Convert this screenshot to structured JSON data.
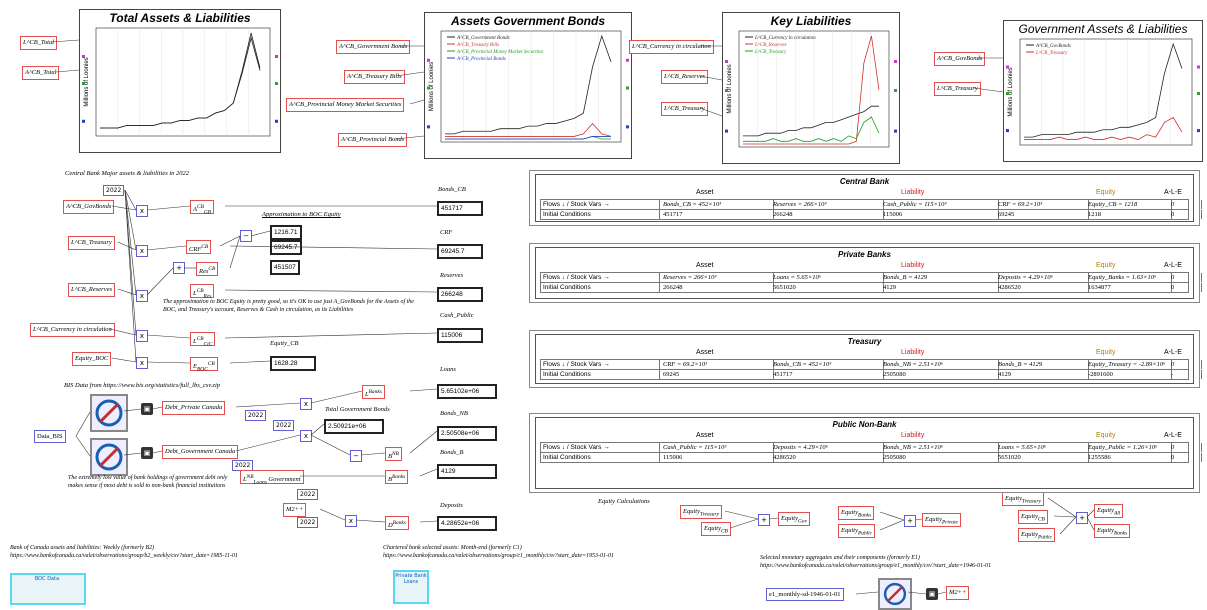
{
  "charts": [
    {
      "title": "Total Assets & Liabilities",
      "ylabel": "Millions of Loonies",
      "legend": []
    },
    {
      "title": "Assets Government Bonds",
      "ylabel": "Millions of Loonies",
      "legend": [
        "A^CB_Government Bonds",
        "A^CB_Treasury Bills",
        "A^CB_Provincial Money Market Securities",
        "A^CB_Provincial Bonds"
      ]
    },
    {
      "title": "Key Liabilities",
      "ylabel": "Millions of Loonies",
      "legend": [
        "L^CB_Currency in circulation",
        "L^CB_Reserves",
        "L^CB_Treasury"
      ]
    },
    {
      "title": "Government Assets & Liabilities",
      "ylabel": "Millions of Loonies",
      "legend": [
        "A^CB_GovBonds",
        "L^CB_Treasury"
      ]
    }
  ],
  "chart_data": [
    {
      "type": "line",
      "title": "Total Assets & Liabilities",
      "ylabel": "Millions of Loonies",
      "series": [
        {
          "name": "",
          "values": [
            2,
            2,
            2,
            3,
            3,
            3,
            3,
            4,
            4,
            5,
            5,
            6,
            6,
            8,
            9,
            12,
            25,
            40,
            26
          ]
        },
        {
          "name": "",
          "values": [
            2,
            2,
            2,
            3,
            3,
            3,
            3,
            4,
            4,
            5,
            5,
            6,
            6,
            8,
            9,
            12,
            24,
            38,
            25
          ]
        }
      ]
    },
    {
      "type": "line",
      "title": "Assets Government Bonds",
      "ylabel": "Millions of Loonies",
      "series": [
        {
          "name": "A^CB_Government Bonds",
          "values": [
            2,
            2,
            3,
            3,
            3,
            3,
            4,
            4,
            4,
            5,
            5,
            6,
            6,
            7,
            8,
            10,
            28,
            40,
            30
          ]
        },
        {
          "name": "A^CB_Treasury Bills",
          "values": [
            1,
            1,
            1,
            1,
            1,
            1,
            1,
            1,
            1,
            1,
            1,
            1,
            1,
            1,
            1,
            2,
            6,
            2,
            1
          ]
        },
        {
          "name": "A^CB_Provincial Money Market Securities",
          "values": [
            0,
            0,
            0,
            0,
            0,
            0,
            0,
            0,
            0,
            0,
            0,
            0,
            0,
            0,
            0,
            0,
            1,
            0,
            0
          ]
        },
        {
          "name": "A^CB_Provincial Bonds",
          "values": [
            0,
            0,
            0,
            0,
            0,
            0,
            0,
            0,
            0,
            0,
            0,
            0,
            0,
            0,
            0,
            0,
            1,
            1,
            1
          ]
        }
      ]
    },
    {
      "type": "line",
      "title": "Key Liabilities",
      "ylabel": "Millions of Loonies",
      "series": [
        {
          "name": "L^CB_Currency in circulation",
          "values": [
            3,
            3,
            3,
            4,
            4,
            4,
            5,
            5,
            6,
            6,
            7,
            8,
            8,
            9,
            10,
            11,
            12,
            14,
            14
          ]
        },
        {
          "name": "L^CB_Reserves",
          "values": [
            0,
            0,
            0,
            0,
            0,
            0,
            0,
            0,
            0,
            0,
            0,
            0,
            0,
            0,
            0,
            1,
            30,
            40,
            20
          ]
        },
        {
          "name": "L^CB_Treasury",
          "values": [
            1,
            1,
            1,
            1,
            2,
            1,
            1,
            2,
            1,
            1,
            2,
            1,
            2,
            1,
            3,
            2,
            8,
            10,
            4
          ]
        }
      ]
    },
    {
      "type": "line",
      "title": "Government Assets & Liabilities",
      "ylabel": "Millions of Loonies",
      "series": [
        {
          "name": "A^CB_GovBonds",
          "values": [
            2,
            2,
            3,
            3,
            3,
            3,
            4,
            4,
            4,
            5,
            5,
            6,
            6,
            7,
            8,
            10,
            28,
            40,
            30
          ]
        },
        {
          "name": "L^CB_Treasury",
          "values": [
            1,
            1,
            1,
            1,
            2,
            1,
            1,
            2,
            1,
            1,
            2,
            1,
            2,
            1,
            3,
            2,
            8,
            10,
            4
          ]
        }
      ]
    }
  ],
  "left_top": {
    "ltotal": "L^CB_Total",
    "atotal": "A^CB_Total"
  },
  "bonds_side": {
    "gov": "A^CB_Government Bonds",
    "tbills": "A^CB_Treasury Bills",
    "pmms": "A^CB_Provincial Money Market Securities",
    "prov": "A^CB_Provincial Bonds"
  },
  "liab_side": {
    "cic": "L^CB_Currency in circulation",
    "res": "L^CB_Reserves",
    "tre": "L^CB_Treasury"
  },
  "gov_side": {
    "gb": "A^CB_GovBonds",
    "tr": "L^CB_Treasury"
  },
  "mid": {
    "heading": "Central Bank Major assets & liabilities in 2022",
    "year": "2022",
    "govbonds": "A^CB_GovBonds",
    "treasury": "L^CB_Treasury",
    "reserves": "L^CB_Reserves",
    "cic": "L^CB_Currency in circulation",
    "equity": "Equity_BOC",
    "approx": "Approximation to BOC Equity",
    "approx_val": "1216.71",
    "crf_val": "69245.7",
    "res_calc": "451507",
    "note": "The approximation to BOC Equity is pretty good, so it's OK to use just A_GovBonds for the Assets of the BOC, and Treasury's account, Reserves & Cash in circulation, as its Liabilities",
    "bondscb_lbl": "Bonds_CB",
    "bondscb_val": "451717",
    "crf_lbl": "CRF",
    "crf2_val": "69245.7",
    "reserves_lbl": "Reserves",
    "reserves_val": "266248",
    "cash_lbl": "Cash_Public",
    "cash_val": "115006",
    "equitycb_lbl": "Equity_CB",
    "equitycb_val": "1628.28"
  },
  "bis": {
    "heading": "BIS Data from https://www.bis.org/statistics/full_lbs_csv.zip",
    "data": "Data_BIS",
    "debt_private": "Debt_Private Canada",
    "debt_gov": "Debt_Government Canada",
    "loans_lbl": "Loans",
    "loans_val": "5.65102e+06",
    "tgb": "Total Government Bonds",
    "tgb_val": "2.50921e+06",
    "bondsnb_lbl": "Bonds_NB",
    "bondsnb_val": "2.50508e+06",
    "bondsb_lbl": "Bonds_B",
    "bondsb_val": "4129",
    "deposits_lbl": "Deposits",
    "deposits_val": "4.28652e+06",
    "year1": "2022",
    "year2": "2022",
    "year3": "2022",
    "year4": "2022",
    "year5": "2022",
    "m2": "M2++",
    "note": "The extremely low value of bank holdings of government debt only makes sense if most debt is sold to non-bank financial institutions"
  },
  "sources": [
    {
      "title": "Bank of Canada assets and liabilities: Weekly (formerly B2)",
      "url": "https://www.bankofcanada.ca/valet/observations/group/b2_weekly/csv?start_date=1985-11-01",
      "thumb": "BOC Data"
    },
    {
      "title": "Chartered bank selected assets: Month-end (formerly C1)",
      "url": "https://www.bankofcanada.ca/valet/observations/group/c1_monthly/csv?start_date=1953-01-01",
      "thumb": "Private Bank Loans"
    },
    {
      "title": "Selected monetary aggregates and their components (formerly E1)",
      "url": "https://www.bankofcanada.ca/valet/observations/group/e1_monthly/csv?start_date=1946-01-01",
      "file": "e1_monthly-sd-1946-01-01",
      "m2": "M2++"
    }
  ],
  "equity_calc": {
    "heading": "Equity Calculations"
  },
  "godley": [
    {
      "title": "Central Bank",
      "asset": "Asset",
      "liability": "Liability",
      "equity": "Equity",
      "ale": "A-L-E",
      "flows": "Flows ↓ / Stock Vars →",
      "init": "Initial Conditions",
      "cols": [
        "Bonds_CB = 452×10³",
        "Reserves = 266×10³",
        "Cash_Public = 115×10³",
        "CRF = 69.2×10³",
        "Equity_CB = 1218",
        "0"
      ],
      "vals": [
        "451717",
        "266248",
        "115006",
        "69245",
        "1218",
        "0"
      ]
    },
    {
      "title": "Private Banks",
      "asset": "Asset",
      "liability": "Liability",
      "equity": "Equity",
      "ale": "A-L-E",
      "flows": "Flows ↓ / Stock Vars →",
      "init": "Initial Conditions",
      "cols": [
        "Reserves = 266×10³",
        "Loans = 5.65×10⁶",
        "Bonds_B = 4129",
        "Deposits = 4.29×10⁶",
        "Equity_Banks = 1.63×10⁶",
        "0"
      ],
      "vals": [
        "266248",
        "5651020",
        "4129",
        "4286520",
        "1634877",
        "0"
      ]
    },
    {
      "title": "Treasury",
      "asset": "Asset",
      "liability": "Liability",
      "equity": "Equity",
      "ale": "A-L-E",
      "flows": "Flows ↓ / Stock Vars →",
      "init": "Initial Conditions",
      "cols": [
        "CRF = 69.2×10³",
        "Bonds_CB = 452×10³",
        "Bonds_NB = 2.51×10⁶",
        "Bonds_B = 4129",
        "Equity_Treasury = -2.89×10⁶",
        "0"
      ],
      "vals": [
        "69245",
        "451717",
        "2505080",
        "4129",
        "-2891600",
        "-"
      ]
    },
    {
      "title": "Public Non-Bank",
      "asset": "Asset",
      "liability": "Liability",
      "equity": "Equity",
      "ale": "A-L-E",
      "flows": "Flows ↓ / Stock Vars →",
      "init": "Initial Conditions",
      "cols": [
        "Cash_Public = 115×10³",
        "Deposits = 4.29×10⁶",
        "Bonds_NB = 2.51×10⁶",
        "Loans = 5.65×10⁶",
        "Equity_Public = 1.26×10⁶",
        "0"
      ],
      "vals": [
        "115006",
        "4286520",
        "2505080",
        "5651020",
        "1255586",
        "0"
      ]
    }
  ]
}
